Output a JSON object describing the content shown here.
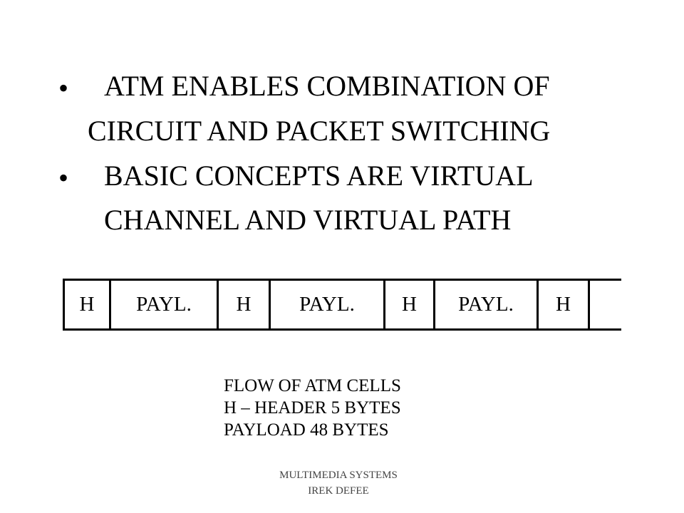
{
  "bullets": [
    {
      "symbol": "•",
      "lines": [
        "ATM ENABLES COMBINATION OF",
        "CIRCUIT AND PACKET SWITCHING"
      ]
    },
    {
      "symbol": "•",
      "lines": [
        "BASIC CONCEPTS ARE VIRTUAL",
        "CHANNEL AND VIRTUAL PATH"
      ]
    }
  ],
  "cell_stream": {
    "cells": [
      "H",
      "PAYL.",
      "H",
      "PAYL.",
      "H",
      "PAYL.",
      "H"
    ]
  },
  "caption": {
    "lines": [
      "FLOW OF ATM CELLS",
      "H – HEADER 5 BYTES",
      "PAYLOAD 48 BYTES"
    ]
  },
  "footer": {
    "lines": [
      "MULTIMEDIA SYSTEMS",
      "IREK DEFEE"
    ]
  }
}
